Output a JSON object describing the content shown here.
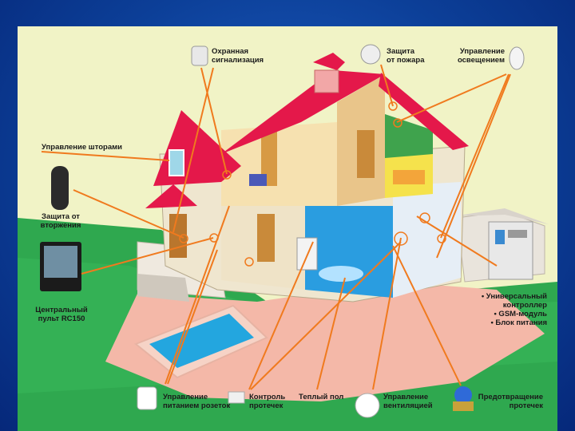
{
  "labels": {
    "security_alarm": "Охранная\nсигнализация",
    "fire_protection": "Защита\nот пожара",
    "lighting_control": "Управление\nосвещением",
    "curtain_control": "Управление шторами",
    "intrusion_protection": "Защита от\nвторжения",
    "central_panel": "Центральный\nпульт RC150",
    "controller_list": "• Универсальный\nконтроллер\n• GSM-модуль\n• Блок питания",
    "socket_power": "Управление\nпитанием розеток",
    "leak_control": "Контроль\nпротечек",
    "warm_floor": "Теплый пол",
    "ventilation": "Управление\nвентиляцией",
    "leak_prevention": "Предотвращение\nпротечек"
  },
  "colors": {
    "background_blue": "#0c3f98",
    "panel": "#f1f3c6",
    "roof": "#e4184a",
    "callout_line": "#f07a1e",
    "grass": "#2fa84f",
    "path": "#f4b8a8",
    "pool_water": "#23a6df"
  },
  "icons": [
    "alarm-sensor-icon",
    "smoke-detector-icon",
    "light-bulb-icon",
    "remote-icon",
    "touch-panel-icon",
    "socket-icon",
    "leak-sensor-icon",
    "fan-icon",
    "valve-icon",
    "controller-box-icon"
  ]
}
